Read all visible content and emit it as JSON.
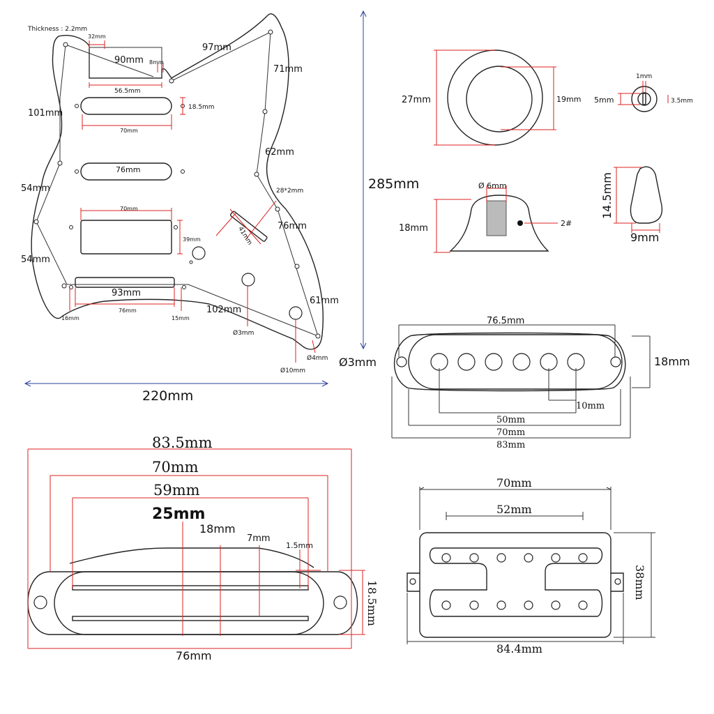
{
  "pickguard": {
    "thickness": "Thickness : 2.2mm",
    "d32": "32mm",
    "d8": "8mm",
    "d90": "90mm",
    "d97": "97mm",
    "d71": "71mm",
    "d56": "56.5mm",
    "d101": "101mm",
    "d185": "18.5mm",
    "d70a": "70mm",
    "d76a": "76mm",
    "d62": "62mm",
    "d54a": "54mm",
    "d28": "28*2mm",
    "d76b": "76mm",
    "d41": "41mm",
    "d70b": "70mm",
    "d39": "39mm",
    "d54b": "54mm",
    "d93": "93mm",
    "d16": "16mm",
    "d76c": "76mm",
    "d15": "15mm",
    "d102": "102mm",
    "d61": "61mm",
    "dia3": "Ø3mm",
    "dia4": "Ø4mm",
    "dia10": "Ø10mm",
    "d285": "285mm",
    "d220": "220mm"
  },
  "knob_top": {
    "d27": "27mm",
    "d19": "19mm"
  },
  "switch_tip": {
    "d1": "1mm",
    "d5": "5mm",
    "d35": "3.5mm"
  },
  "knob_side": {
    "dia6": "Ø 6mm",
    "d18": "18mm",
    "num2": "2#"
  },
  "tip_side": {
    "d145": "14.5mm",
    "d9": "9mm"
  },
  "single_coil": {
    "d765": "76.5mm",
    "dia3": "Ø3mm",
    "d18": "18mm",
    "d10": "10mm",
    "d50": "50mm",
    "d70": "70mm",
    "d83": "83mm"
  },
  "rail_pickup": {
    "d835": "83.5mm",
    "d70": "70mm",
    "d59": "59mm",
    "d25": "25mm",
    "d18": "18mm",
    "d7": "7mm",
    "d15": "1.5mm",
    "d185": "18.5mm",
    "d76": "76mm"
  },
  "humbucker": {
    "d70": "70mm",
    "d52": "52mm",
    "d38": "38mm",
    "d844": "84.4mm"
  }
}
